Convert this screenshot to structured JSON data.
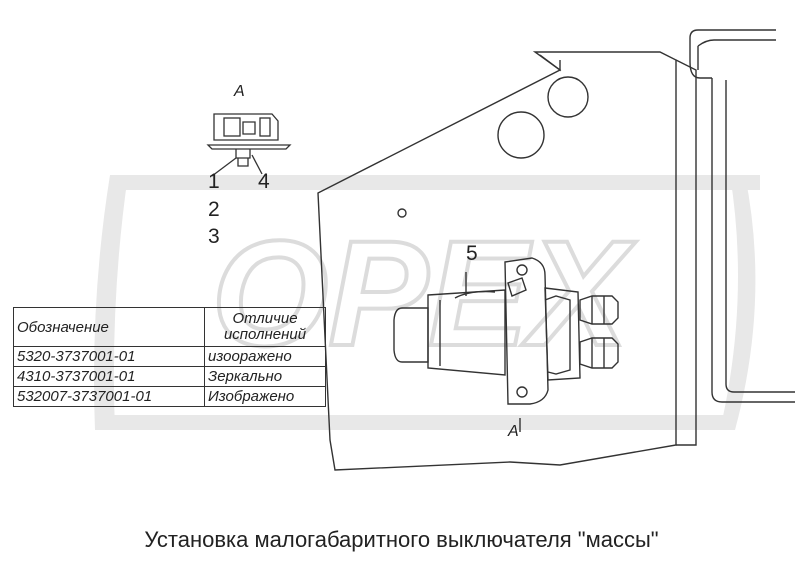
{
  "callouts": {
    "view_label": "A",
    "view_arrow_label": "A",
    "item_1": "1",
    "item_2": "2",
    "item_3": "3",
    "item_4": "4",
    "item_5": "5"
  },
  "watermark_text": "ОРЕХ",
  "table": {
    "headers": [
      "Обозначение",
      "Отличие исполнений"
    ],
    "rows": [
      [
        "5320-3737001-01",
        "изооражено"
      ],
      [
        "4310-3737001-01",
        "Зеркально"
      ],
      [
        "532007-3737001-01",
        "Изображено"
      ]
    ]
  },
  "caption": "Установка малогабаритного выключателя \"массы\"",
  "colors": {
    "line": "#333333",
    "watermark": "#e6e6e6",
    "background": "#ffffff"
  }
}
